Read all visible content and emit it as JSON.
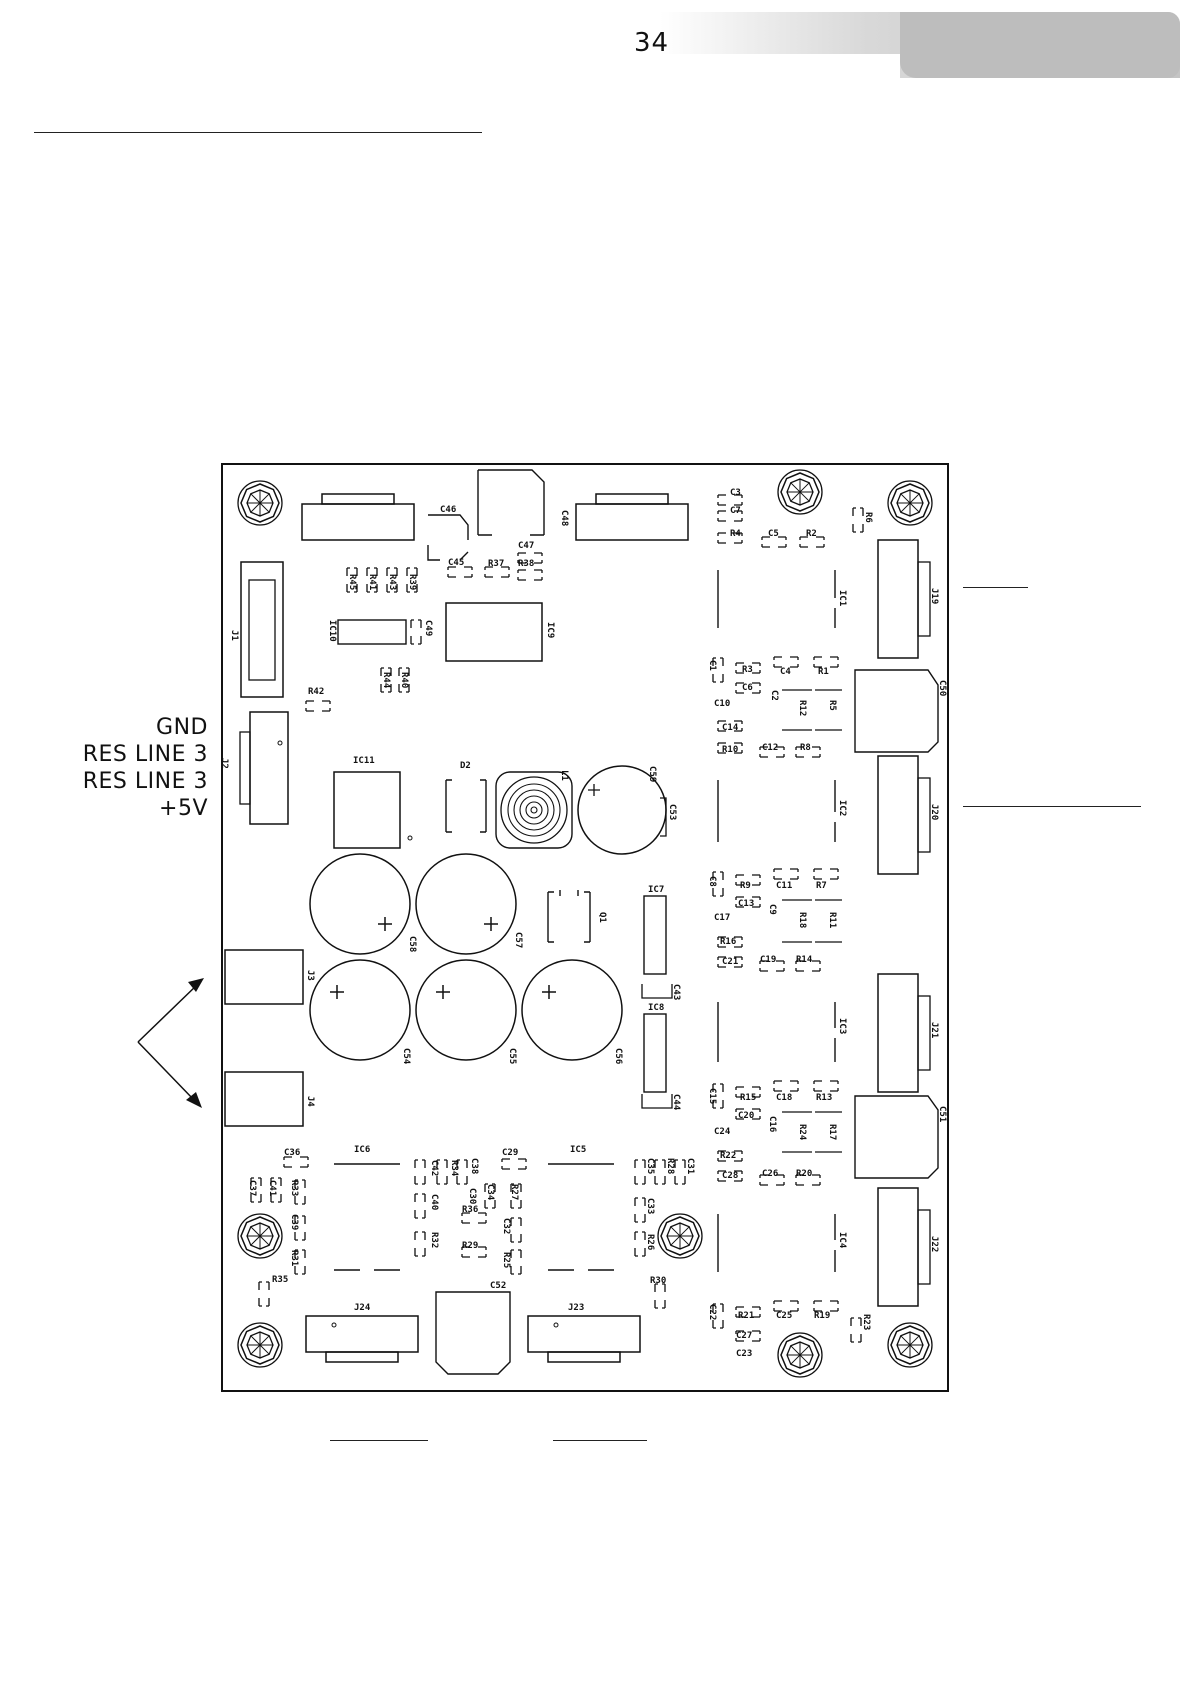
{
  "page": {
    "number": "34"
  },
  "connector_labels": [
    "GND",
    "RES LINE 3",
    "RES LINE 3",
    "+5V"
  ],
  "designators": {
    "C3": "C3",
    "C7": "C7",
    "R4": "R4",
    "C5": "C5",
    "R2": "R2",
    "R6": "R6",
    "C46": "C46",
    "C48": "C48",
    "C45": "C45",
    "R37": "R37",
    "C47": "C47",
    "R38": "R38",
    "R45": "R45",
    "R41": "R41",
    "R43": "R43",
    "R39": "R39",
    "J1": "J1",
    "IC10": "IC10",
    "C49": "C49",
    "IC9": "IC9",
    "IC1": "IC1",
    "J19": "J19",
    "R44": "R44",
    "R40": "R40",
    "R42": "R42",
    "C1": "C1",
    "R3": "R3",
    "C4": "C4",
    "R1": "R1",
    "C6": "C6",
    "C2": "C2",
    "C50": "C50",
    "C10": "C10",
    "R12": "R12",
    "R5": "R5",
    "C14": "C14",
    "R10": "R10",
    "C12": "C12",
    "R8": "R8",
    "J2": "J2",
    "IC11": "IC11",
    "D2": "D2",
    "L1": "L1",
    "C59": "C59",
    "C53": "C53",
    "IC2": "IC2",
    "J20": "J20",
    "C8": "C8",
    "R9": "R9",
    "C11": "C11",
    "R7": "R7",
    "C13": "C13",
    "C9": "C9",
    "R18": "R18",
    "R11": "R11",
    "C17": "C17",
    "R16": "R16",
    "C21": "C21",
    "C19": "C19",
    "R14": "R14",
    "C58": "C58",
    "C57": "C57",
    "Q1": "Q1",
    "IC7": "IC7",
    "C43": "C43",
    "IC8": "IC8",
    "J3": "J3",
    "C54": "C54",
    "C55": "C55",
    "C56": "C56",
    "C44": "C44",
    "IC3": "IC3",
    "J21": "J21",
    "J4": "J4",
    "C15": "C15",
    "R15": "R15",
    "C18": "C18",
    "R13": "R13",
    "C20": "C20",
    "C16": "C16",
    "C24": "C24",
    "R24": "R24",
    "R17": "R17",
    "C51": "C51",
    "R22": "R22",
    "C28": "C28",
    "C26": "C26",
    "R20": "R20",
    "C36": "C36",
    "IC6": "IC6",
    "C37": "C37",
    "C41": "C41",
    "R33": "R33",
    "C39": "C39",
    "R31": "R31",
    "R35": "R35",
    "C42": "C42",
    "R34": "R34",
    "C38": "C38",
    "C29": "C29",
    "C30": "C30",
    "C34": "C34",
    "R27": "R27",
    "C40": "C40",
    "R36": "R36",
    "C32": "C32",
    "R32": "R32",
    "R29": "R29",
    "R25": "R25",
    "IC5": "IC5",
    "C35": "C35",
    "R28": "R28",
    "C31": "C31",
    "C33": "C33",
    "R26": "R26",
    "R30": "R30",
    "IC4": "IC4",
    "J22": "J22",
    "J24": "J24",
    "C52": "C52",
    "J23": "J23",
    "C22": "C22",
    "R21": "R21",
    "C25": "C25",
    "R19": "R19",
    "C27": "C27",
    "C23": "C23",
    "R23": "R23"
  }
}
